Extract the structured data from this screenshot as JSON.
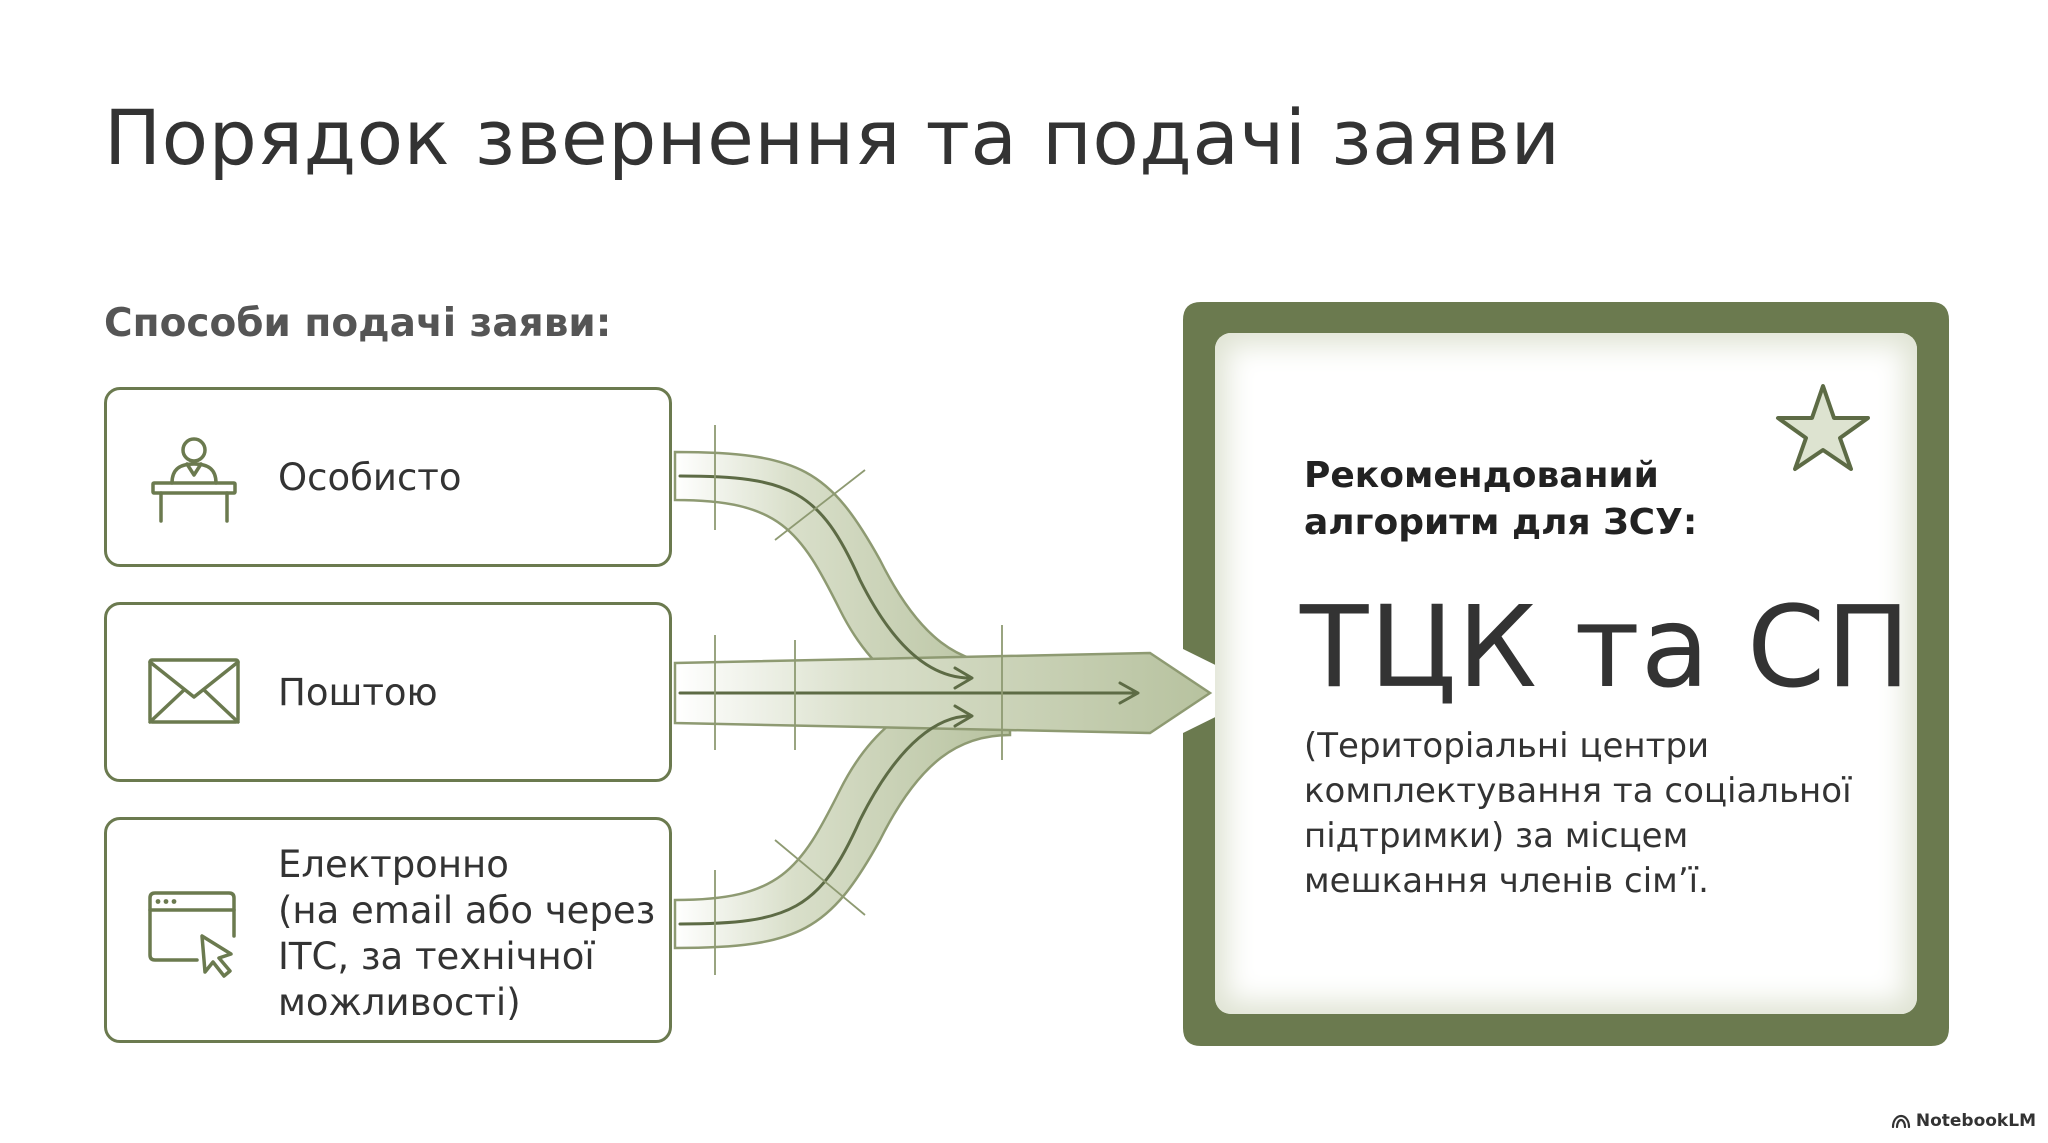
{
  "title": "Порядок звернення та подачі заяви",
  "subtitle": "Способи подачі заяви:",
  "options": [
    {
      "icon": "person-at-desk-icon",
      "lines": [
        "Особисто"
      ]
    },
    {
      "icon": "envelope-icon",
      "lines": [
        "Поштою"
      ]
    },
    {
      "icon": "browser-cursor-icon",
      "lines": [
        "Електронно",
        "(на email або через",
        "ІТС, за технічної",
        "можливості)"
      ]
    }
  ],
  "recommendation": {
    "heading_lines": [
      "Рекомендований",
      "алгоритм для ЗСУ:"
    ],
    "main": "ТЦК та СП",
    "description_lines": [
      "(Територіальні центри",
      "комплектування та соціальної",
      "підтримки) за місцем",
      "мешкання членів сім’ї."
    ],
    "star_icon": "star-icon"
  },
  "brand": "NotebookLM",
  "colors": {
    "accent": "#6b7a4f",
    "flow_fill": "#c8d1b6",
    "text": "#333333"
  }
}
